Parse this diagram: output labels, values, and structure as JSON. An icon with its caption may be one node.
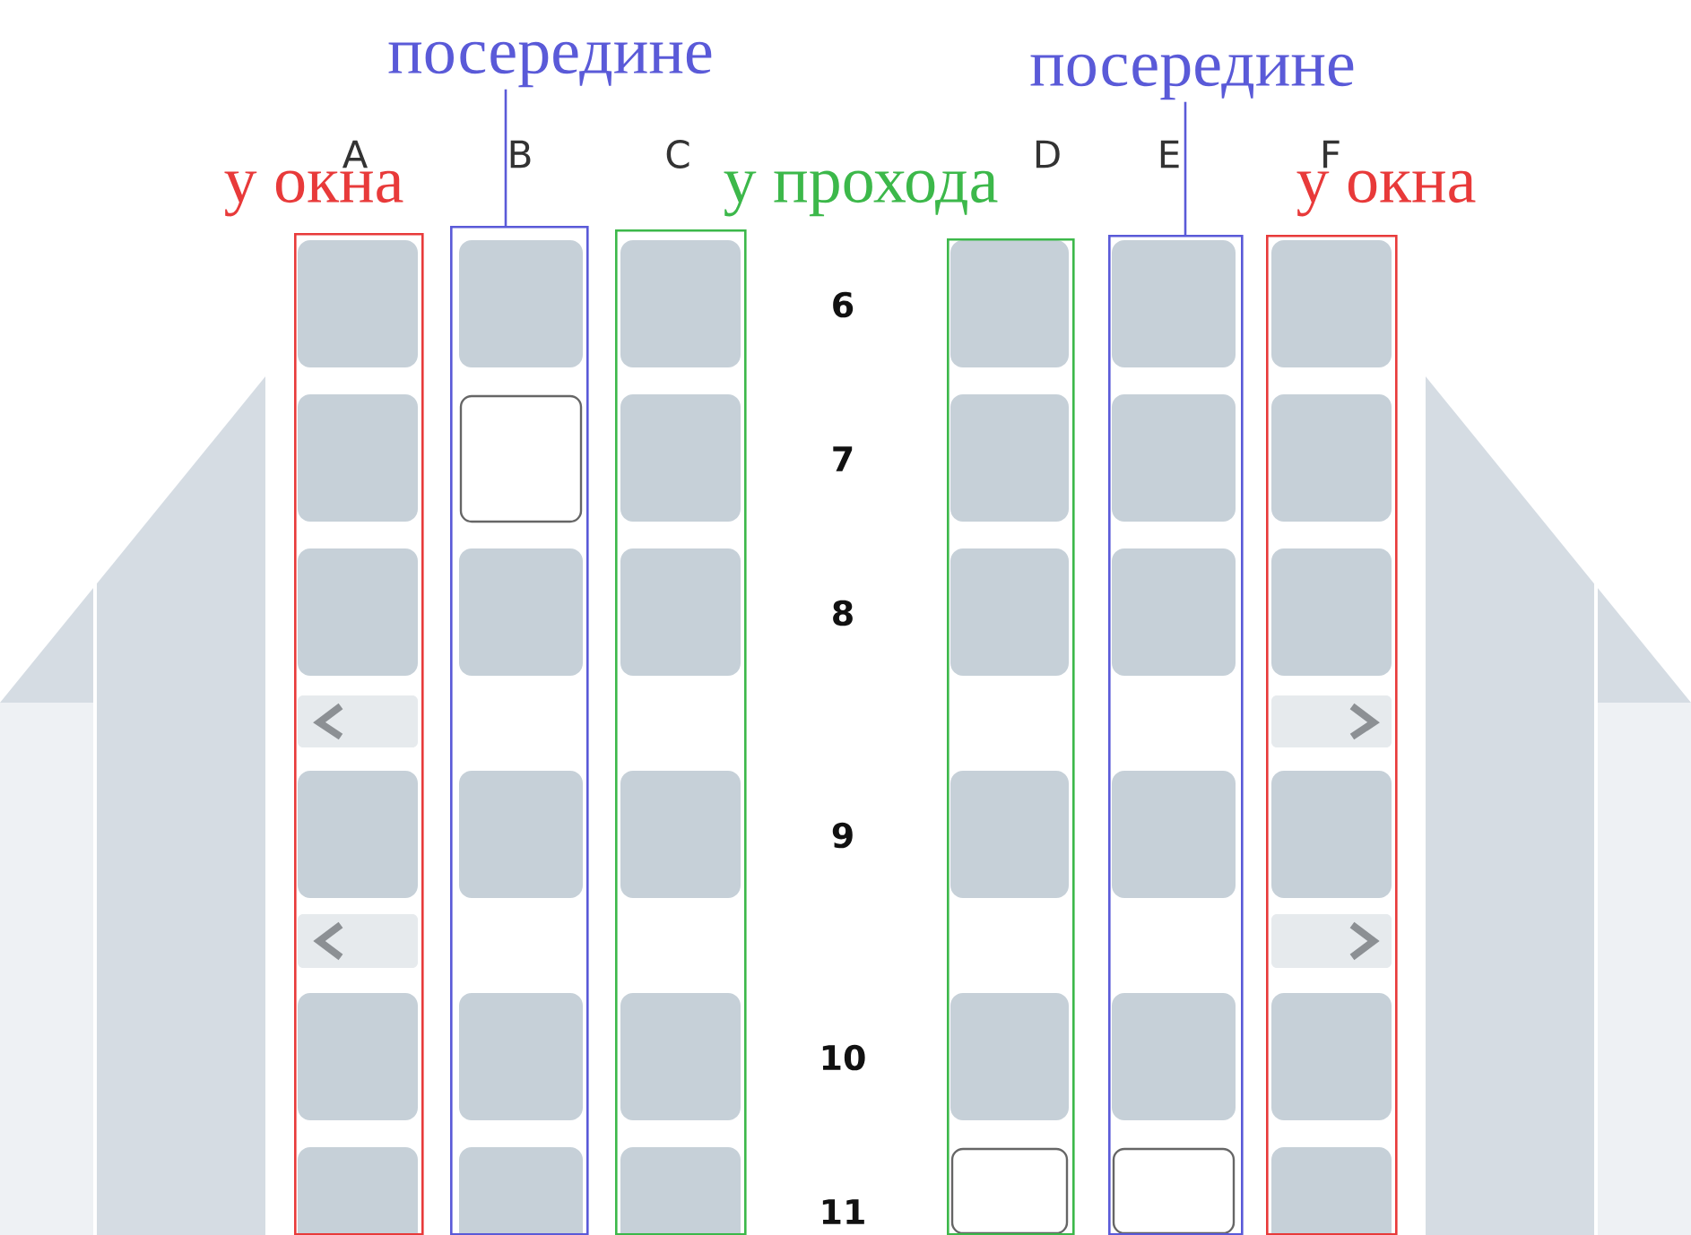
{
  "diagram": {
    "nodes": [
      {
        "text": [
          "посередине"
        ]
      },
      {
        "text": [
          "посередине"
        ]
      },
      {
        "text": [],
        "shape": "box"
      },
      {
        "text": [],
        "shape": "box"
      },
      {
        "text": [],
        "shape": "box"
      },
      {
        "text": [],
        "shape": "box"
      },
      {
        "text": [],
        "shape": "box"
      },
      {
        "text": [],
        "shape": "box"
      }
    ],
    "edges": [
      {
        "from": 0,
        "to": 3,
        "arrow": "none"
      },
      {
        "from": 1,
        "to": 6,
        "arrow": "none"
      }
    ],
    "labels": [
      "у окна",
      "у прохода",
      "у окна",
      "A",
      "B",
      "C",
      "D",
      "E",
      "F",
      "6",
      "7",
      "8",
      "9",
      "10",
      "11"
    ]
  }
}
